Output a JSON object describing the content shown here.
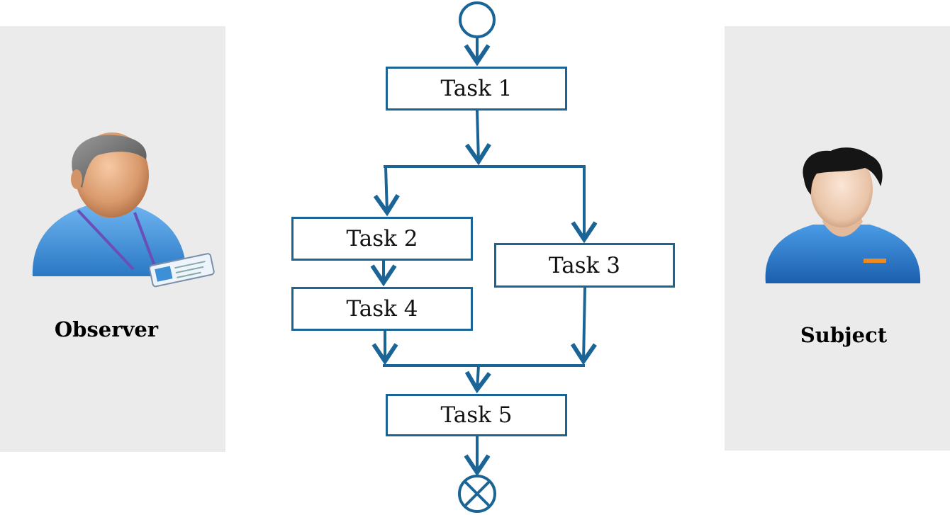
{
  "actors": {
    "observer": {
      "label": "Observer",
      "icon": "observer-person-icon"
    },
    "subject": {
      "label": "Subject",
      "icon": "subject-person-icon"
    }
  },
  "flow": {
    "tasks": {
      "task_1": "Task 1",
      "task_2": "Task 2",
      "task_3": "Task 3",
      "task_4": "Task 4",
      "task_5": "Task 5"
    },
    "start_node": "start-circle-icon",
    "end_node": "end-circle-x-icon"
  },
  "colors": {
    "flow_stroke": "#1a6496",
    "panel_background": "#ebebeb",
    "observer_shirt": "#3d8fd6",
    "subject_shirt": "#2b7fd4"
  }
}
